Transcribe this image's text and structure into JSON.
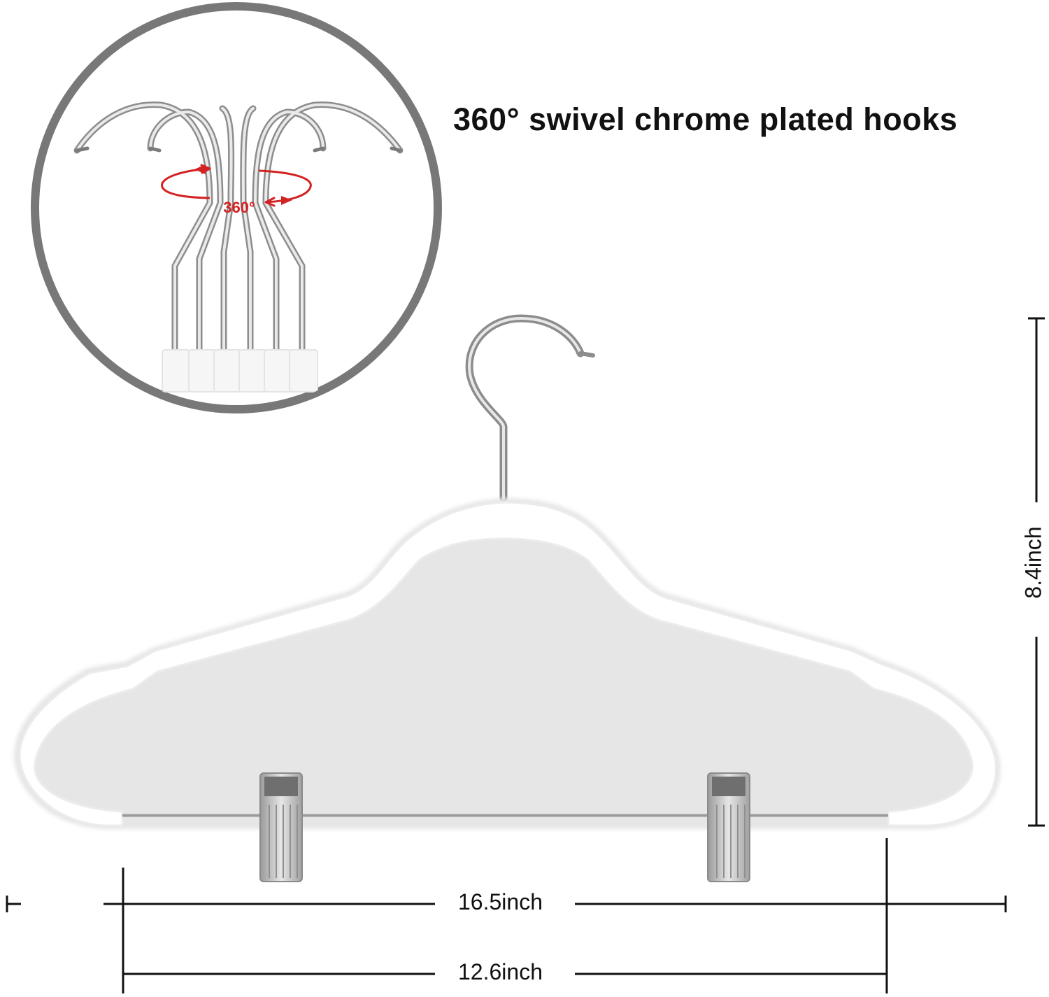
{
  "headline": "360° swivel chrome plated hooks",
  "inset": {
    "rotation_label": "360°",
    "arrow_color": "#d32222",
    "ring_color": "#787878"
  },
  "dimensions": {
    "overall_width": "16.5inch",
    "bar_width": "12.6inch",
    "height": "8.4inch"
  },
  "colors": {
    "hanger_body": "#ffffff",
    "hanger_shadow": "#e9e9e9",
    "chrome": "#b5b5b5",
    "dimension_lines": "#111111"
  },
  "icons": [
    "swivel-hook-detail-icon",
    "rotation-arrow-icon",
    "hanger-icon",
    "clip-icon"
  ]
}
